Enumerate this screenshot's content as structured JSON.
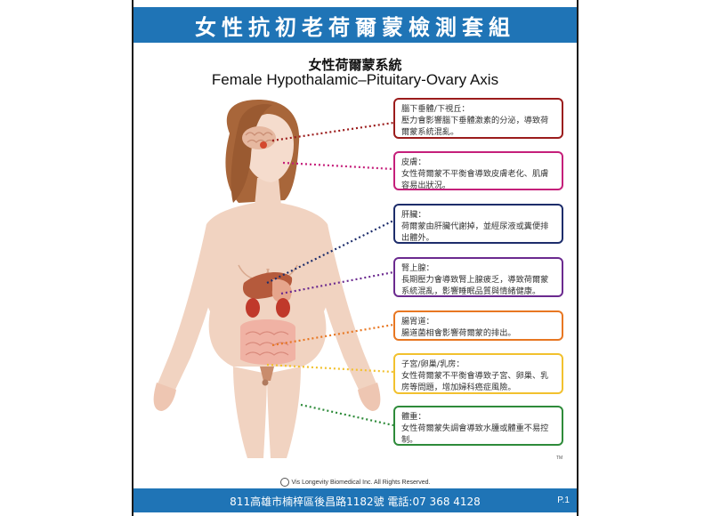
{
  "header": {
    "title": "女性抗初老荷爾蒙檢測套組"
  },
  "figure": {
    "title_zh": "女性荷爾蒙系統",
    "title_en": "Female Hypothalamic–Pituitary-Ovary Axis"
  },
  "boxes": [
    {
      "title": "腦下垂體/下視丘：",
      "desc": "壓力會影響腦下垂體激素的分泌，導致荷爾蒙系統混亂。",
      "color": "#9b1c1c"
    },
    {
      "title": "皮膚：",
      "desc": "女性荷爾蒙不平衡會導致皮膚老化、肌膚容易出狀況。",
      "color": "#c51f7a"
    },
    {
      "title": "肝臟：",
      "desc": "荷爾蒙由肝臟代謝掉，並經尿液或糞便排出體外。",
      "color": "#1d2d6b"
    },
    {
      "title": "腎上腺：",
      "desc": "長期壓力會導致腎上腺疲乏，導致荷爾蒙系統混亂，影響睡眠品質與情緒健康。",
      "color": "#6b2a8f"
    },
    {
      "title": "腸胃道：",
      "desc": "腸道菌相會影響荷爾蒙的排出。",
      "color": "#e87722"
    },
    {
      "title": "子宮/卵巢/乳房：",
      "desc": "女性荷爾蒙不平衡會導致子宮、卵巢、乳房等問題，增加婦科癌症風險。",
      "color": "#f2c12e"
    },
    {
      "title": "體重：",
      "desc": "女性荷爾蒙失調會導致水腫或體重不易控制。",
      "color": "#2e8b3a"
    }
  ],
  "footer": {
    "copyright": "Vis Longevity Biomedical Inc. All Rights Reserved.",
    "tm": "TM",
    "address": "811高雄市楠梓區後昌路1182號 電話:07 368 4128",
    "page": "P.1"
  }
}
